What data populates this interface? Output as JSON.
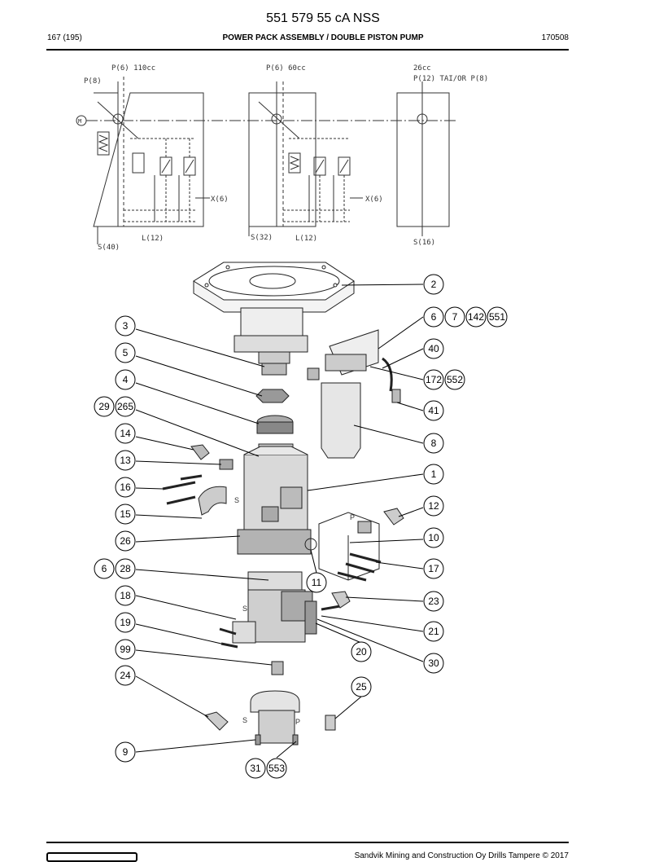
{
  "header": {
    "doc_number": "551 579 55 cA NSS",
    "page": "167 (195)",
    "title": "POWER PACK ASSEMBLY / DOUBLE PISTON PUMP",
    "date_code": "170508"
  },
  "schematic": {
    "labels": {
      "p1_110": "P(6) 110cc",
      "p1_60": "P(6) 60cc",
      "p_26": "26cc",
      "p12": "P(12) TAI/OR P(8)",
      "p8": "P(8)",
      "motor": "M",
      "x6a": "X(6)",
      "x6b": "X(6)",
      "l12a": "L(12)",
      "l12b": "L(12)",
      "s40": "S(40)",
      "s32": "S(32)",
      "s16": "S(16)"
    }
  },
  "diagram": {
    "port_labels": {
      "s1": "S",
      "p1": "P",
      "s2": "S",
      "s3": "S",
      "p3": "P"
    },
    "callouts": {
      "c2": "2",
      "c6a": "6",
      "c7": "7",
      "c142": "142",
      "c551": "551",
      "c3": "3",
      "c40": "40",
      "c5": "5",
      "c172": "172",
      "c552": "552",
      "c4": "4",
      "c41": "41",
      "c29": "29",
      "c265": "265",
      "c8": "8",
      "c14": "14",
      "c13": "13",
      "c1": "1",
      "c16": "16",
      "c12": "12",
      "c15": "15",
      "c10": "10",
      "c26": "26",
      "c6b": "6",
      "c28": "28",
      "c17": "17",
      "c11": "11",
      "c18": "18",
      "c23": "23",
      "c19": "19",
      "c21": "21",
      "c99": "99",
      "c20": "20",
      "c30": "30",
      "c24": "24",
      "c25": "25",
      "c9": "9",
      "c31": "31",
      "c553": "553"
    }
  },
  "footer": {
    "copyright": "Sandvik Mining and Construction Oy Drills Tampere © 2017"
  }
}
